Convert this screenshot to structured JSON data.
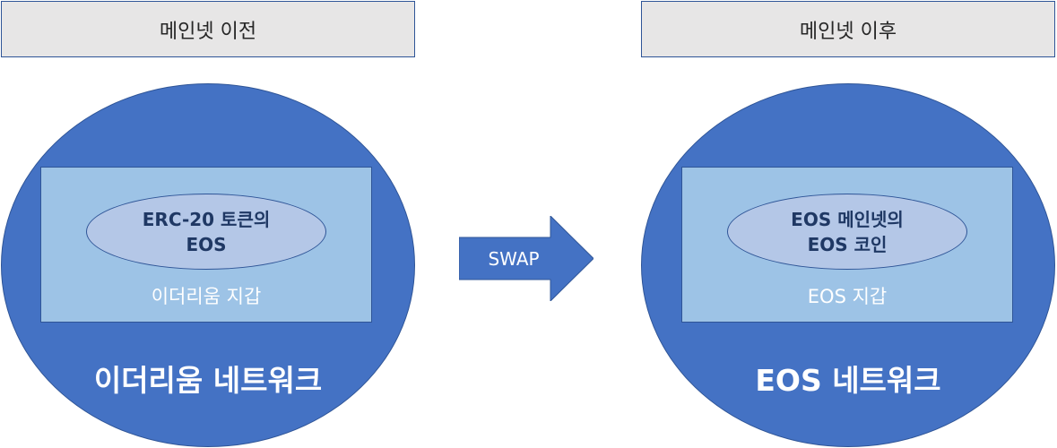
{
  "before": {
    "header": "메인넷 이전",
    "token_line1": "ERC-20 토큰의",
    "token_line2": "EOS",
    "wallet": "이더리움 지갑",
    "network": "이더리움 네트워크"
  },
  "after": {
    "header": "메인넷 이후",
    "token_line1": "EOS 메인넷의",
    "token_line2": "EOS 코인",
    "wallet": "EOS 지갑",
    "network": "EOS 네트워크"
  },
  "arrow": {
    "label": "SWAP"
  },
  "colors": {
    "network_fill": "#4472c4",
    "wallet_fill": "#9dc3e6",
    "token_fill": "#b4c7e7",
    "header_fill": "#e7e6e6",
    "outline": "#2f5597",
    "token_text": "#1f3864"
  }
}
